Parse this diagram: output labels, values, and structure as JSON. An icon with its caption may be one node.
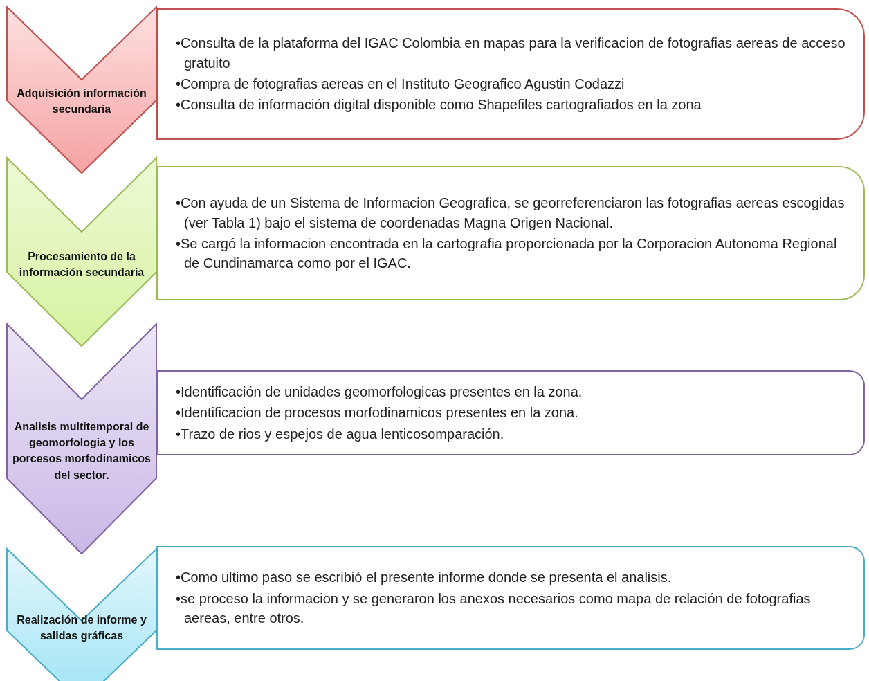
{
  "diagram": {
    "nodes": [
      {
        "text": [
          "Adquisición información secundaria"
        ]
      },
      {
        "text": [
          "•Consulta de la plataforma del IGAC Colombia en mapas para la verificacion de fotografias aereas de acceso gratuito",
          "•Compra de fotografias aereas en el Instituto Geografico Agustin Codazzi",
          "•Consulta de información digital disponible como Shapefiles cartografiados en la zona"
        ]
      },
      {
        "text": [
          "Procesamiento de la información secundaria"
        ]
      },
      {
        "text": [
          "•Con ayuda de un Sistema de Informacion Geografica, se georreferenciaron las fotografias aereas escogidas (ver Tabla 1) bajo el sistema de coordenadas Magna Origen Nacional.",
          "•Se cargó la informacion encontrada en la cartografia proporcionada por la Corporacion Autonoma Regional de Cundinamarca como por el IGAC."
        ]
      },
      {
        "text": [
          "Analisis multitemporal de geomorfologia y los porcesos morfodinamicos del sector."
        ]
      },
      {
        "text": [
          "•Identificación de unidades geomorfologicas presentes en la zona.",
          "•Identificacion de  procesos morfodinamicos presentes en la zona.",
          "•Trazo de rios y espejos de agua lenticosomparación."
        ]
      },
      {
        "text": [
          "Realización de informe y salidas gráficas"
        ]
      },
      {
        "text": [
          "•Como ultimo paso se escribió el presente informe donde se presenta el analisis.",
          "•se proceso la informacion y se generaron los anexos necesarios como mapa de relación de fotografias aereas, entre otros."
        ]
      }
    ]
  }
}
